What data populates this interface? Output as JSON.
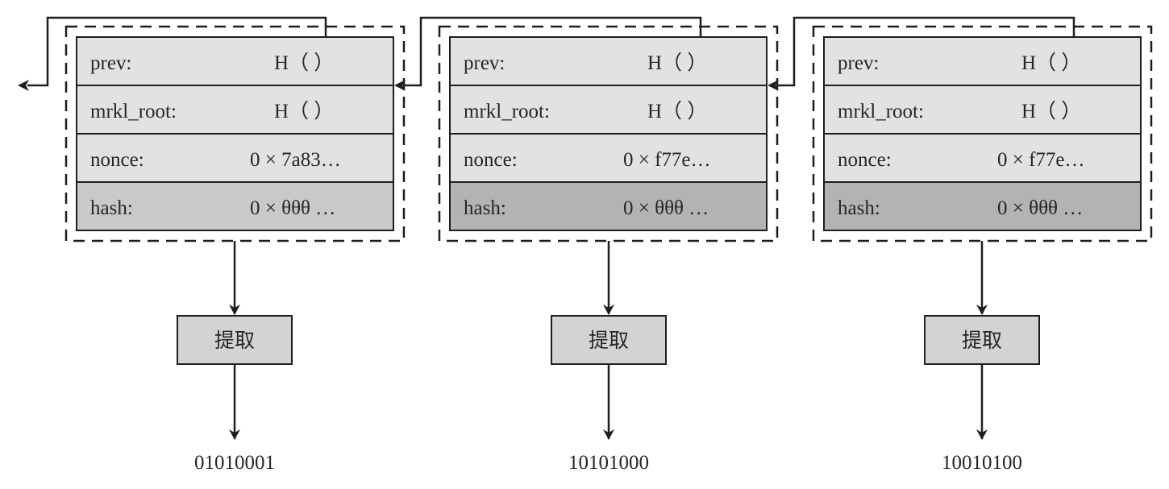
{
  "diagram": {
    "title": "",
    "extract_label": "提取",
    "colors": {
      "row_light": "#e2e2e4",
      "hash_row_first": "#c9c9cb",
      "hash_row": "#b3b3b6",
      "extract_box": "#d3d3d5",
      "stroke": "#1e1e1e"
    },
    "blocks": [
      {
        "rows": [
          {
            "field": "prev:",
            "value": "H（ ）"
          },
          {
            "field": "mrkl_root:",
            "value": "H（ ）"
          },
          {
            "field": "nonce:",
            "value": "0 × 7a83…"
          },
          {
            "field": "hash:",
            "value": "0 ×  θθθ …"
          }
        ],
        "output": "01010001"
      },
      {
        "rows": [
          {
            "field": "prev:",
            "value": "H（ ）"
          },
          {
            "field": "mrkl_root:",
            "value": "H（ ）"
          },
          {
            "field": "nonce:",
            "value": "0 × f77e…"
          },
          {
            "field": "hash:",
            "value": "0 ×  θθθ …"
          }
        ],
        "output": "10101000"
      },
      {
        "rows": [
          {
            "field": "prev:",
            "value": "H（ ）"
          },
          {
            "field": "mrkl_root:",
            "value": "H（ ）"
          },
          {
            "field": "nonce:",
            "value": "0 × f77e…"
          },
          {
            "field": "hash:",
            "value": "0 ×  θθθ …"
          }
        ],
        "output": "10010100"
      }
    ]
  }
}
